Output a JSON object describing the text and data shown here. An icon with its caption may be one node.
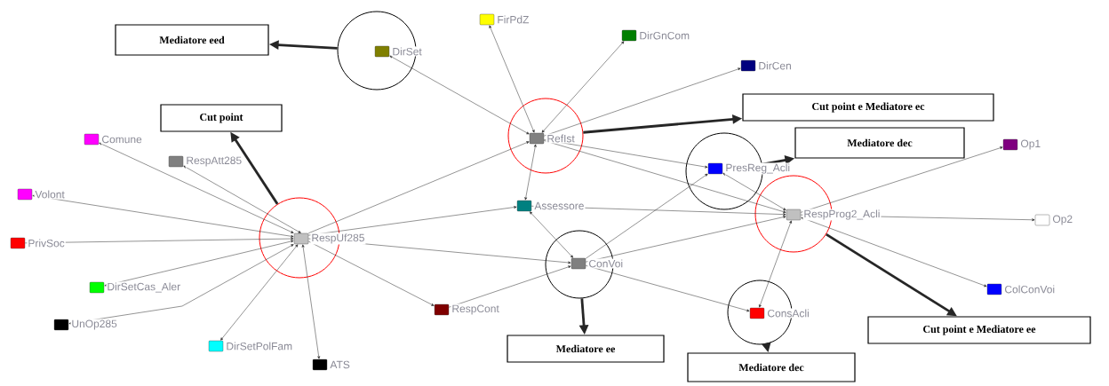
{
  "diagram": {
    "nodes": [
      {
        "text": [
          "Mediatore eed"
        ]
      },
      {
        "text": [],
        "shape": "circle"
      },
      {
        "text": [],
        "shape": "box",
        "in": 1,
        "beside": [
          "DirSet"
        ]
      },
      {
        "text": [],
        "shape": "box",
        "beside": [
          "FirPdZ"
        ]
      },
      {
        "text": [],
        "shape": "box",
        "beside": [
          "DirGnCom"
        ]
      },
      {
        "text": [],
        "shape": "box",
        "beside": [
          "DirCen"
        ]
      },
      {
        "text": [
          "Cut point"
        ]
      },
      {
        "text": [
          "Cut point e Mediatore ec"
        ]
      },
      {
        "text": [],
        "shape": "circle"
      },
      {
        "text": [],
        "shape": "box",
        "in": 8,
        "beside": [
          "RefIst"
        ]
      },
      {
        "text": [],
        "shape": "box",
        "beside": [
          "Comune"
        ]
      },
      {
        "text": [],
        "shape": "box",
        "beside": [
          "RespAtt285"
        ]
      },
      {
        "text": [
          "Mediatore dec"
        ]
      },
      {
        "text": [],
        "shape": "circle"
      },
      {
        "text": [],
        "shape": "box",
        "in": 13,
        "beside": [
          "PresReg_Acli"
        ]
      },
      {
        "text": [],
        "shape": "box",
        "beside": [
          "Op1"
        ]
      },
      {
        "text": [],
        "shape": "box",
        "beside": [
          "Volont"
        ]
      },
      {
        "text": [],
        "shape": "box",
        "beside": [
          "Assessore"
        ]
      },
      {
        "text": [],
        "shape": "circle"
      },
      {
        "text": [],
        "shape": "box",
        "in": 18,
        "beside": [
          "RespProg2_Acli"
        ]
      },
      {
        "text": [],
        "shape": "box",
        "beside": [
          "Op2"
        ]
      },
      {
        "text": [],
        "shape": "box",
        "beside": [
          "PrivSoc"
        ]
      },
      {
        "text": [],
        "shape": "circle"
      },
      {
        "text": [],
        "shape": "box",
        "in": 22,
        "beside": [
          "RespUf285"
        ]
      },
      {
        "text": [],
        "shape": "circle"
      },
      {
        "text": [],
        "shape": "box",
        "in": 24,
        "beside": [
          "ConVoi"
        ]
      },
      {
        "text": [],
        "shape": "box",
        "beside": [
          "DirSetCas_Aler"
        ]
      },
      {
        "text": [],
        "shape": "box",
        "beside": [
          "ColConVoi"
        ]
      },
      {
        "text": [],
        "shape": "box",
        "beside": [
          "RespCont"
        ]
      },
      {
        "text": [],
        "shape": "circle"
      },
      {
        "text": [],
        "shape": "box",
        "in": 29,
        "beside": [
          "ConsAcli"
        ]
      },
      {
        "text": [
          "Cut point e Mediatore ee"
        ]
      },
      {
        "text": [],
        "shape": "box",
        "beside": [
          "UnOp285"
        ]
      },
      {
        "text": [
          "Mediatore ee"
        ]
      },
      {
        "text": [],
        "shape": "box",
        "beside": [
          "DirSetPolFam"
        ]
      },
      {
        "text": [],
        "shape": "box",
        "beside": [
          "ATS"
        ]
      },
      {
        "text": [
          "Mediatore dec"
        ]
      }
    ],
    "edges": [
      {
        "from": 1,
        "to": 0,
        "arrow": "to",
        "style": "thick"
      },
      {
        "from": 22,
        "to": 6,
        "arrow": "to",
        "style": "thick"
      },
      {
        "from": 8,
        "to": 7,
        "arrow": "to",
        "style": "thick"
      },
      {
        "from": 13,
        "to": 12,
        "arrow": "to",
        "style": "thick"
      },
      {
        "from": 24,
        "to": 33,
        "arrow": "to",
        "style": "thick"
      },
      {
        "from": 29,
        "to": 36,
        "arrow": "to",
        "style": "thick"
      },
      {
        "from": 18,
        "to": 31,
        "arrow": "to",
        "style": "thick"
      },
      {
        "from": 23,
        "to": 10,
        "arrow": "both"
      },
      {
        "from": 23,
        "to": 11,
        "arrow": "both"
      },
      {
        "from": 23,
        "to": 16,
        "arrow": "both"
      },
      {
        "from": 21,
        "to": 23,
        "arrow": "to"
      },
      {
        "from": 23,
        "to": 26,
        "arrow": "both"
      },
      {
        "from": 23,
        "to": 32,
        "arrow": "both"
      },
      {
        "from": 23,
        "to": 34,
        "arrow": "both"
      },
      {
        "from": 23,
        "to": 35,
        "arrow": "both"
      },
      {
        "from": 23,
        "to": 17,
        "arrow": "to"
      },
      {
        "from": 23,
        "to": 9,
        "arrow": "to"
      },
      {
        "from": 23,
        "to": 25,
        "arrow": "to"
      },
      {
        "from": 23,
        "to": 28,
        "arrow": "to"
      },
      {
        "from": 9,
        "to": 2,
        "arrow": "both"
      },
      {
        "from": 9,
        "to": 3,
        "arrow": "both"
      },
      {
        "from": 9,
        "to": 4,
        "arrow": "both"
      },
      {
        "from": 9,
        "to": 5,
        "arrow": "to"
      },
      {
        "from": 9,
        "to": 14,
        "arrow": "to"
      },
      {
        "from": 9,
        "to": 19,
        "arrow": "to"
      },
      {
        "from": 9,
        "to": 17,
        "arrow": "both"
      },
      {
        "from": 17,
        "to": 25,
        "arrow": "both"
      },
      {
        "from": 17,
        "to": 19,
        "arrow": "to"
      },
      {
        "from": 25,
        "to": 14,
        "arrow": "to"
      },
      {
        "from": 25,
        "to": 19,
        "arrow": "to"
      },
      {
        "from": 28,
        "to": 25,
        "arrow": "to"
      },
      {
        "from": 25,
        "to": 30,
        "arrow": "to"
      },
      {
        "from": 19,
        "to": 14,
        "arrow": "both"
      },
      {
        "from": 19,
        "to": 15,
        "arrow": "to"
      },
      {
        "from": 19,
        "to": 20,
        "arrow": "to"
      },
      {
        "from": 19,
        "to": 27,
        "arrow": "both"
      },
      {
        "from": 19,
        "to": 30,
        "arrow": "both"
      }
    ]
  }
}
